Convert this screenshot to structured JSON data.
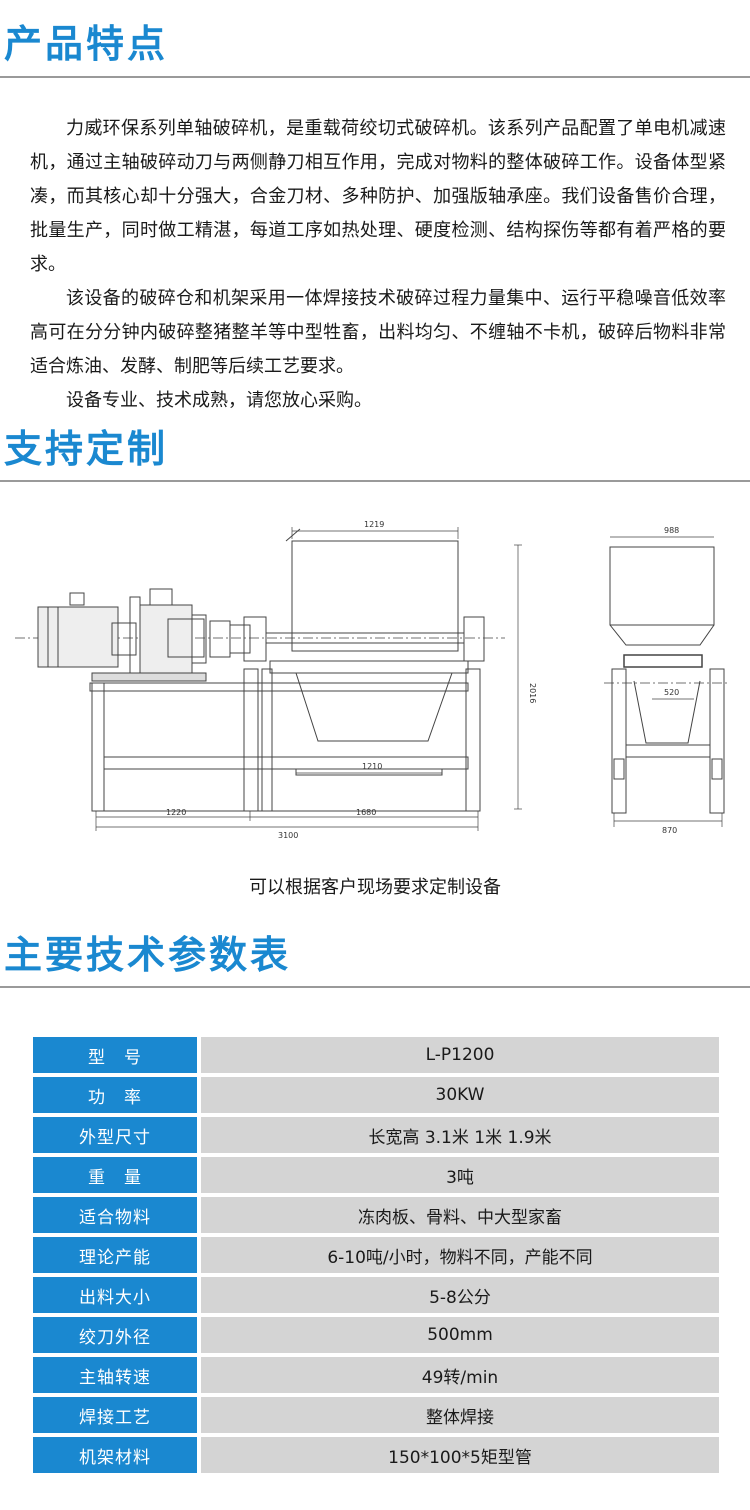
{
  "features": {
    "title": "产品特点",
    "paragraphs": [
      "力威环保系列单轴破碎机，是重载荷绞切式破碎机。该系列产品配置了单电机减速机，通过主轴破碎动刀与两侧静刀相互作用，完成对物料的整体破碎工作。设备体型紧凑，而其核心却十分强大，合金刀材、多种防护、加强版轴承座。我们设备售价合理，批量生产，同时做工精湛，每道工序如热处理、硬度检测、结构探伤等都有着严格的要求。",
      "该设备的破碎仓和机架采用一体焊接技术破碎过程力量集中、运行平稳噪音低效率高可在分分钟内破碎整猪整羊等中型牲畜，出料均匀、不缠轴不卡机，破碎后物料非常适合炼油、发酵、制肥等后续工艺要求。",
      "设备专业、技术成熟，请您放心采购。"
    ]
  },
  "custom": {
    "title": "支持定制",
    "caption": "可以根据客户现场要求定制设备",
    "drawing": {
      "dims": {
        "hopper_width": "1219",
        "height": "2016",
        "inner_span": "1210",
        "left_span": "1220",
        "right_span": "1680",
        "total_length": "3100",
        "side_top": "988",
        "side_inner": "520",
        "side_base": "870"
      }
    }
  },
  "specs": {
    "title": "主要技术参数表",
    "rows": [
      {
        "label": "型　号",
        "value": "L-P1200"
      },
      {
        "label": "功　率",
        "value": "30KW"
      },
      {
        "label": "外型尺寸",
        "value": "长宽高 3.1米  1米  1.9米"
      },
      {
        "label": "重　量",
        "value": "3吨"
      },
      {
        "label": "适合物料",
        "value": "冻肉板、骨料、中大型家畜"
      },
      {
        "label": "理论产能",
        "value": "6-10吨/小时，物料不同，产能不同"
      },
      {
        "label": "出料大小",
        "value": "5-8公分"
      },
      {
        "label": "绞刀外径",
        "value": "500mm"
      },
      {
        "label": "主轴转速",
        "value": "49转/min"
      },
      {
        "label": "焊接工艺",
        "value": "整体焊接"
      },
      {
        "label": "机架材料",
        "value": "150*100*5矩型管"
      }
    ]
  },
  "colors": {
    "accent": "#1a88d0",
    "cell_gray": "#d4d4d4",
    "rule": "#9a9a9a"
  }
}
